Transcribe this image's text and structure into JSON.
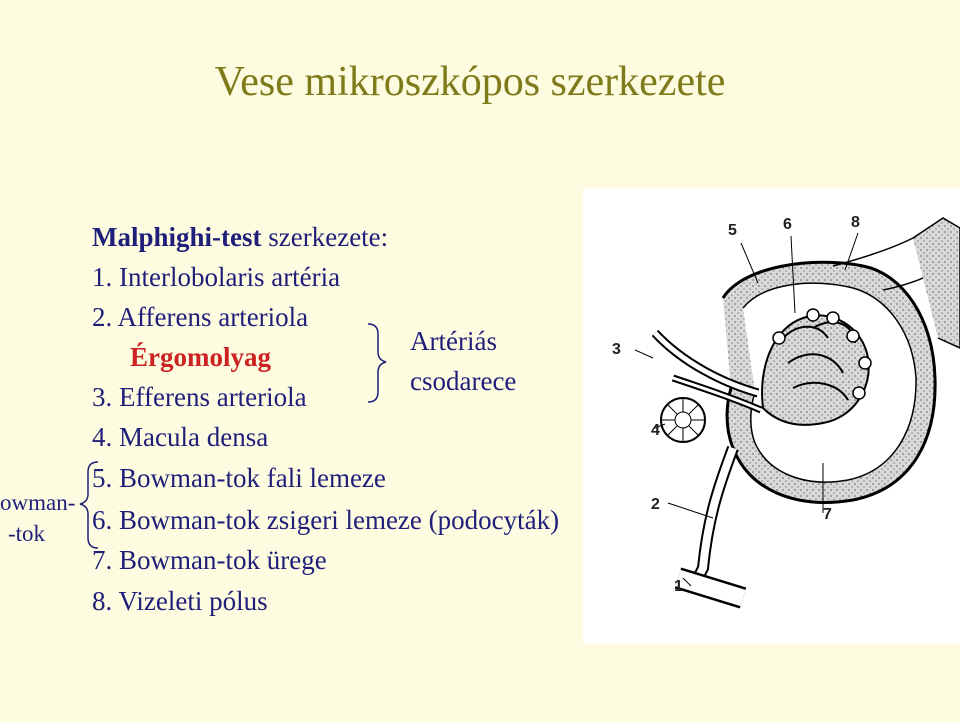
{
  "title": "Vese mikroszkópos szerkezete",
  "heading": {
    "bold": "Malphighi-test",
    "rest": " szerkezete:"
  },
  "items": [
    "1. Interlobolaris artéria",
    "2. Afferens arteriola",
    "Érgomolyag",
    "3. Efferens arteriola",
    "4. Macula densa",
    "5. Bowman-tok fali lemeze",
    "6. Bowman-tok zsigeri lemeze (podocyták)",
    "7. Bowman-tok ürege",
    "8. Vizeleti pólus"
  ],
  "bracket_right": {
    "line1": "Artériás",
    "line2": "csodarece"
  },
  "bracket_left": {
    "line1": "owman-",
    "line2": "-tok"
  },
  "figure_labels": [
    "1",
    "2",
    "3",
    "4",
    "5",
    "6",
    "7",
    "8"
  ],
  "colors": {
    "title": "#7f7a1a",
    "text": "#1f1f7a",
    "highlight": "#cc2222",
    "background": "#fdfbe0"
  }
}
